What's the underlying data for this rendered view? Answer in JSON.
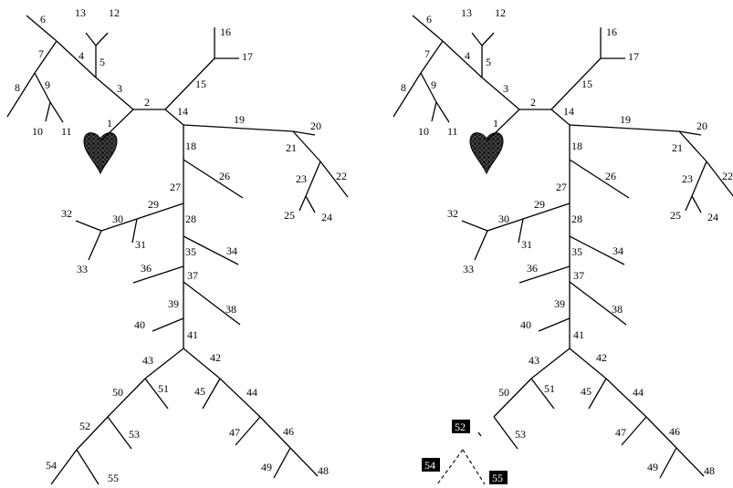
{
  "panels": [
    {
      "id": "left",
      "labels": [
        "1",
        "2",
        "3",
        "4",
        "5",
        "6",
        "7",
        "8",
        "9",
        "10",
        "11",
        "12",
        "13",
        "14",
        "15",
        "16",
        "17",
        "18",
        "19",
        "20",
        "21",
        "22",
        "23",
        "24",
        "25",
        "26",
        "27",
        "28",
        "29",
        "30",
        "31",
        "32",
        "33",
        "34",
        "35",
        "36",
        "37",
        "38",
        "39",
        "40",
        "41",
        "42",
        "43",
        "44",
        "45",
        "46",
        "47",
        "48",
        "49",
        "50",
        "51",
        "52",
        "53",
        "54",
        "55"
      ],
      "highlighted": [],
      "dashed": []
    },
    {
      "id": "right",
      "labels": [
        "1",
        "2",
        "3",
        "4",
        "5",
        "6",
        "7",
        "8",
        "9",
        "10",
        "11",
        "12",
        "13",
        "14",
        "15",
        "16",
        "17",
        "18",
        "19",
        "20",
        "21",
        "22",
        "23",
        "24",
        "25",
        "26",
        "27",
        "28",
        "29",
        "30",
        "31",
        "32",
        "33",
        "34",
        "35",
        "36",
        "37",
        "38",
        "39",
        "40",
        "41",
        "42",
        "43",
        "44",
        "45",
        "46",
        "47",
        "48",
        "49",
        "50",
        "51",
        "52",
        "53",
        "54",
        "55"
      ],
      "highlighted": [
        "52",
        "54",
        "55"
      ],
      "dashed": [
        "54",
        "55"
      ]
    }
  ],
  "colors": {
    "line": "#000000",
    "heart": "#1a1a1a",
    "highlight_bg": "#000000",
    "highlight_text": "#ffffff"
  },
  "icons": {
    "root": "heart-icon"
  }
}
